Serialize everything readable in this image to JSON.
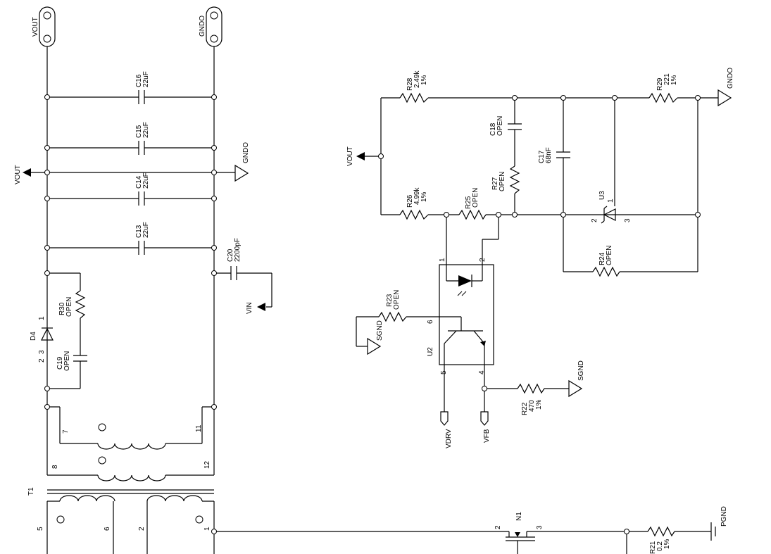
{
  "terminals": {
    "vout_top": "VOUT",
    "gndo_top": "GNDO"
  },
  "rails": {
    "vout_left": "VOUT",
    "gndo_left": "GNDO",
    "vin": "VIN",
    "vout_right": "VOUT",
    "gndo_right": "GNDO",
    "sgnd_u2": "SGND",
    "sgnd_r22": "SGND",
    "vdrv": "VDRV",
    "vfb": "VFB",
    "pgnd": "PGND"
  },
  "components": {
    "C16": {
      "ref": "C16",
      "value": "22uF"
    },
    "C15": {
      "ref": "C15",
      "value": "22uF"
    },
    "C14": {
      "ref": "C14",
      "value": "22uF"
    },
    "C13": {
      "ref": "C13",
      "value": "22uF"
    },
    "C20": {
      "ref": "C20",
      "value": "2200pF"
    },
    "R30": {
      "ref": "R30",
      "value": "OPEN"
    },
    "C19": {
      "ref": "C19",
      "value": "OPEN"
    },
    "D4": {
      "ref": "D4",
      "pin1": "1",
      "pin2": "2",
      "pin3": "3"
    },
    "R28": {
      "ref": "R28",
      "value": "2.49k",
      "tol": "1%"
    },
    "R29": {
      "ref": "R29",
      "value": "221",
      "tol": "1%"
    },
    "C18": {
      "ref": "C18",
      "value": "OPEN"
    },
    "C17": {
      "ref": "C17",
      "value": "68nF"
    },
    "R27": {
      "ref": "R27",
      "value": "OPEN"
    },
    "R26": {
      "ref": "R26",
      "value": "4.99k",
      "tol": "1%"
    },
    "R25": {
      "ref": "R25",
      "value": "OPEN"
    },
    "U3": {
      "ref": "U3",
      "pin1": "1",
      "pin2": "2",
      "pin3": "3"
    },
    "R24": {
      "ref": "R24",
      "value": "OPEN"
    },
    "R23": {
      "ref": "R23",
      "value": "OPEN"
    },
    "U2": {
      "ref": "U2",
      "pin1": "1",
      "pin2": "2",
      "pin4": "4",
      "pin5": "5",
      "pin6": "6"
    },
    "R22": {
      "ref": "R22",
      "value": "470",
      "tol": "1%"
    },
    "T1": {
      "ref": "T1",
      "pin1": "1",
      "pin2": "2",
      "pin5": "5",
      "pin6": "6",
      "pin7": "7",
      "pin8": "8",
      "pin11": "11",
      "pin12": "12"
    },
    "N1": {
      "ref": "N1",
      "pin2": "2",
      "pin3": "3"
    },
    "R21": {
      "ref": "R21",
      "value": "0.2",
      "tol": "1%"
    }
  }
}
